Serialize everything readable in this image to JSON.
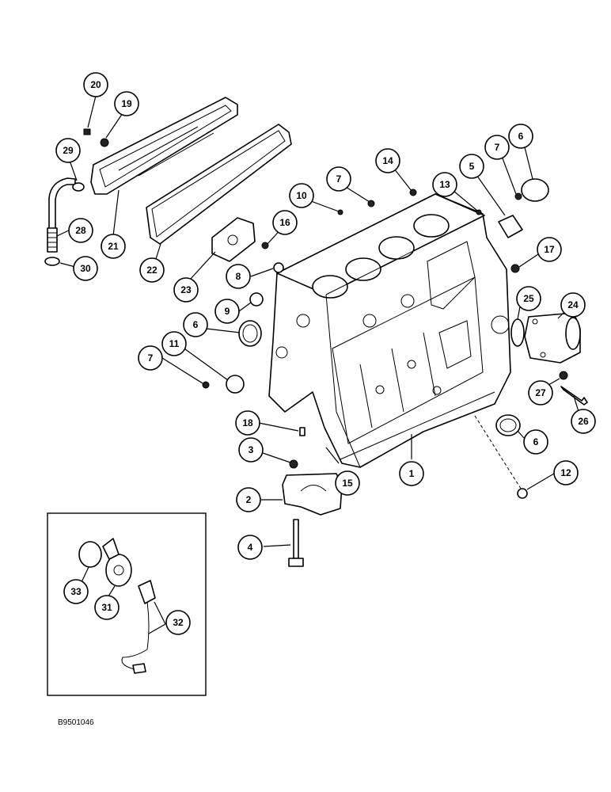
{
  "figure_id": "B9501046",
  "callouts": [
    {
      "label": "1"
    },
    {
      "label": "2"
    },
    {
      "label": "3"
    },
    {
      "label": "4"
    },
    {
      "label": "5"
    },
    {
      "label": "6"
    },
    {
      "label": "6"
    },
    {
      "label": "6"
    },
    {
      "label": "7"
    },
    {
      "label": "7"
    },
    {
      "label": "7"
    },
    {
      "label": "8"
    },
    {
      "label": "9"
    },
    {
      "label": "10"
    },
    {
      "label": "11"
    },
    {
      "label": "12"
    },
    {
      "label": "13"
    },
    {
      "label": "14"
    },
    {
      "label": "15"
    },
    {
      "label": "16"
    },
    {
      "label": "17"
    },
    {
      "label": "18"
    },
    {
      "label": "19"
    },
    {
      "label": "20"
    },
    {
      "label": "21"
    },
    {
      "label": "22"
    },
    {
      "label": "23"
    },
    {
      "label": "24"
    },
    {
      "label": "25"
    },
    {
      "label": "26"
    },
    {
      "label": "27"
    },
    {
      "label": "28"
    },
    {
      "label": "29"
    },
    {
      "label": "30"
    },
    {
      "label": "31"
    },
    {
      "label": "32"
    },
    {
      "label": "33"
    }
  ]
}
